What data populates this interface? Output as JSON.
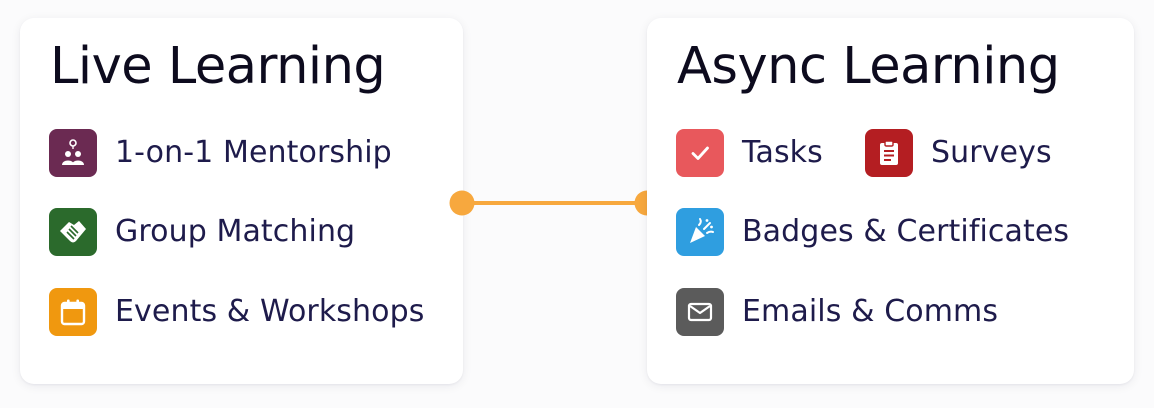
{
  "live": {
    "title": "Live Learning",
    "items": [
      {
        "label": "1-on-1 Mentorship",
        "icon": "mentorship-icon",
        "color": "#6b2a52"
      },
      {
        "label": "Group Matching",
        "icon": "handshake-icon",
        "color": "#2b6a2c"
      },
      {
        "label": "Events & Workshops",
        "icon": "calendar-icon",
        "color": "#f0980f"
      }
    ]
  },
  "async": {
    "title": "Async Learning",
    "items": [
      {
        "label": "Tasks",
        "icon": "checkmark-icon",
        "color": "#e8585c"
      },
      {
        "label": "Surveys",
        "icon": "clipboard-icon",
        "color": "#b41e22"
      },
      {
        "label": "Badges & Certificates",
        "icon": "party-popper-icon",
        "color": "#2f9ee0"
      },
      {
        "label": "Emails & Comms",
        "icon": "envelope-icon",
        "color": "#5b5b5b"
      }
    ]
  },
  "connector": {
    "color": "#f7a83e"
  }
}
